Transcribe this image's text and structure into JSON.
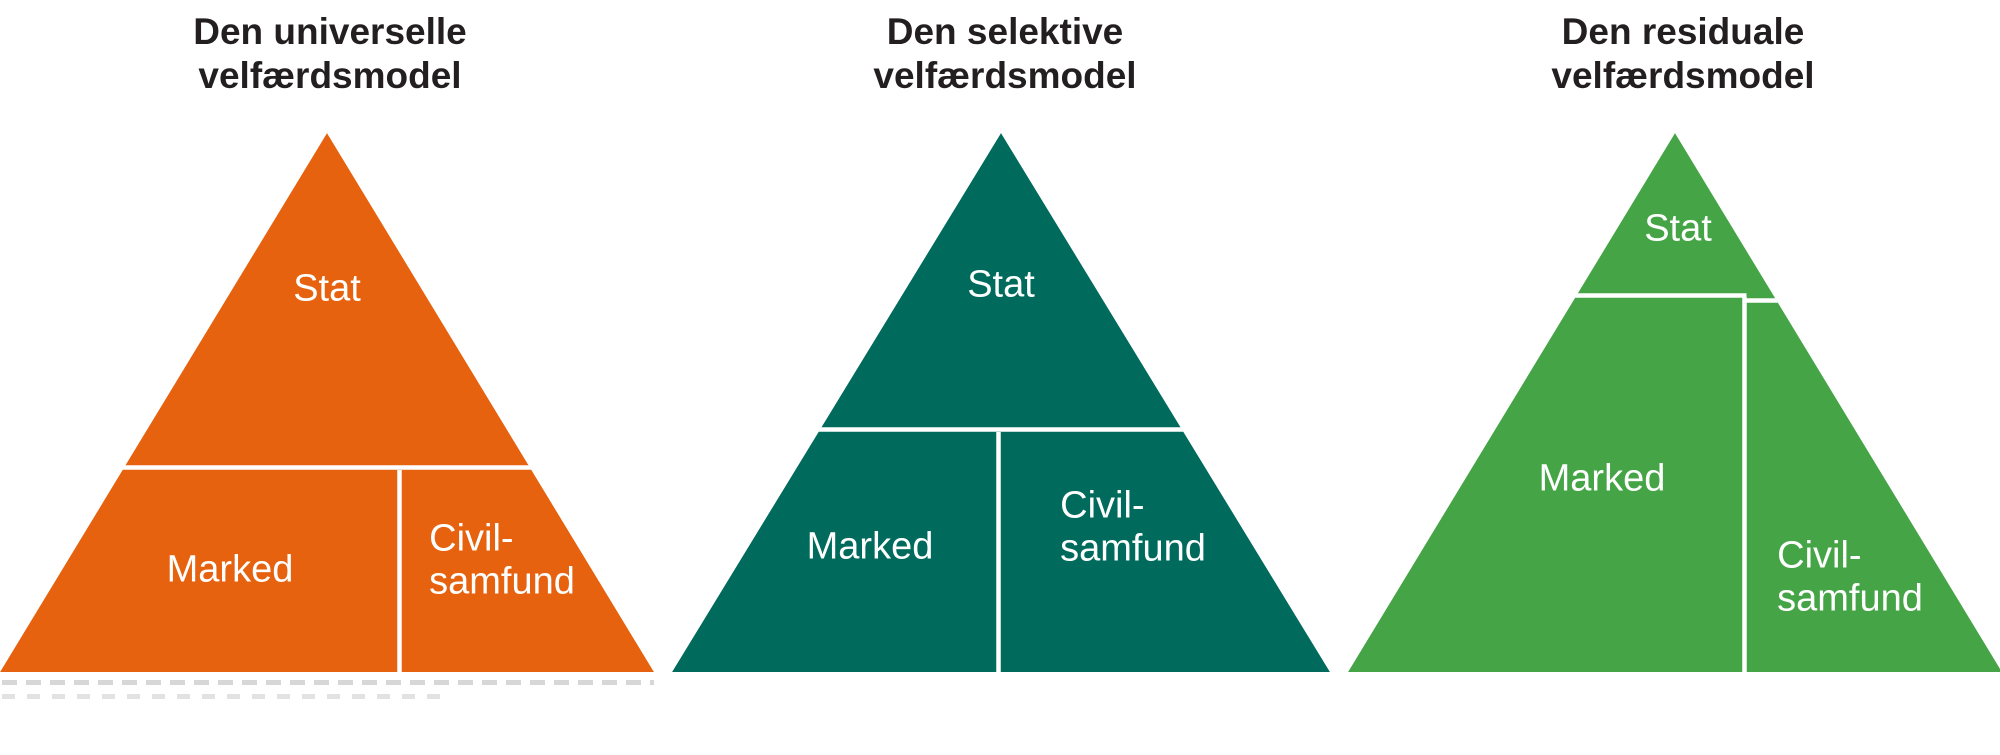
{
  "colors": {
    "divider": "#ffffff",
    "title_text": "#231f20",
    "orange": "#e6620e",
    "teal": "#006b5d",
    "green": "#45a546"
  },
  "pyramids": [
    {
      "title": {
        "line1": "Den universelle",
        "line2": "velfærdsmodel"
      },
      "color": "#e6620e",
      "sections": {
        "top": "Stat",
        "bottom_left": "Marked",
        "bottom_right_line1": "Civil-",
        "bottom_right_line2": "samfund"
      }
    },
    {
      "title": {
        "line1": "Den selektive",
        "line2": "velfærdsmodel"
      },
      "color": "#006b5d",
      "sections": {
        "top": "Stat",
        "bottom_left": "Marked",
        "bottom_right_line1": "Civil-",
        "bottom_right_line2": "samfund"
      }
    },
    {
      "title": {
        "line1": "Den residuale",
        "line2": "velfærdsmodel"
      },
      "color": "#45a546",
      "sections": {
        "top": "Stat",
        "bottom_left": "Marked",
        "bottom_right_line1": "Civil-",
        "bottom_right_line2": "samfund"
      }
    }
  ]
}
